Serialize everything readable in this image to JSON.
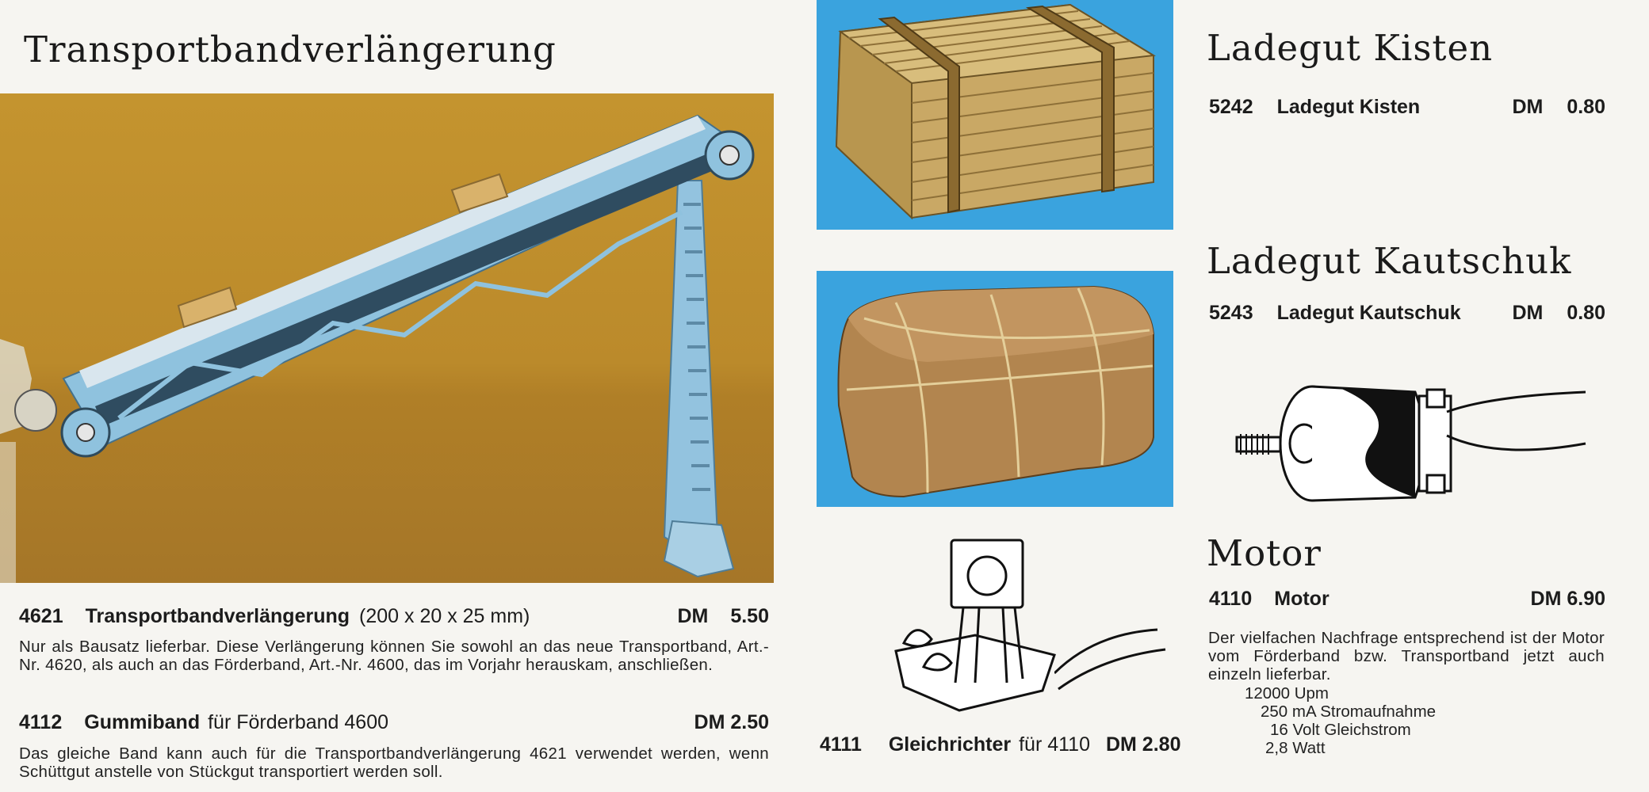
{
  "left": {
    "heading": "Transportbandverlängerung",
    "product1": {
      "number": "4621",
      "name": "Transportbandverlängerung",
      "dimensions": "(200 x 20 x 25 mm)",
      "currency": "DM",
      "price": "5.50",
      "description": "Nur als Bausatz lieferbar. Diese Verlängerung können Sie sowohl an das neue Transportband, Art.-Nr. 4620, als auch an das Förderband, Art.-Nr. 4600, das im Vorjahr herauskam, anschließen."
    },
    "product2": {
      "number": "4112",
      "name": "Gummiband",
      "suffix": "für Förderband 4600",
      "price": "DM 2.50",
      "description": "Das gleiche Band kann auch für die Transportbandverlängerung 4621 verwendet werden, wenn Schüttgut anstelle von Stückgut transportiert werden soll."
    }
  },
  "middle": {
    "rectifier": {
      "number": "4111",
      "name": "Gleichrichter",
      "suffix": "für 4110",
      "price": "DM 2.80"
    }
  },
  "right": {
    "kisten": {
      "heading": "Ladegut Kisten",
      "number": "5242",
      "name": "Ladegut Kisten",
      "currency": "DM",
      "price": "0.80"
    },
    "kautschuk": {
      "heading": "Ladegut Kautschuk",
      "number": "5243",
      "name": "Ladegut Kautschuk",
      "currency": "DM",
      "price": "0.80"
    },
    "motor": {
      "heading": "Motor",
      "number": "4110",
      "name": "Motor",
      "price": "DM 6.90",
      "description": "Der vielfachen Nachfrage entsprechend ist der Motor vom Förderband bzw. Transportband jetzt auch einzeln lieferbar.",
      "specs": [
        "12000 Upm",
        "250 mA Stromaufnahme",
        "16 Volt Gleichstrom",
        "2,8 Watt"
      ]
    }
  },
  "colors": {
    "photo_background": "#bf8e2c",
    "blue_background": "#3aa3de",
    "conveyor_blue": "#8ec4e0",
    "crate_wood": "#c9a865",
    "bale": "#b2854f"
  }
}
